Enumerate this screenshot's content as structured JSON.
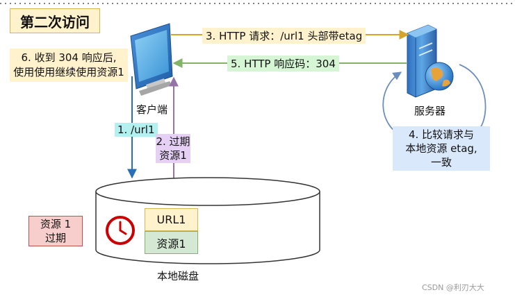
{
  "title": "第二次访问",
  "note_step6": [
    "6. 收到 304 响应后,",
    "使用使用继续使用资源1"
  ],
  "step3_label": "3. HTTP 请求：/url1 头部带etag",
  "step5_label": "5. HTTP 响应码：304",
  "step1_label": "1. /url1",
  "step2_label": [
    "2. 过期",
    "资源1"
  ],
  "step4_label": [
    "4. 比较请求与",
    "本地资源 etag,",
    "一致"
  ],
  "client_label": "客户端",
  "server_label": "服务器",
  "disk_label": "本地磁盘",
  "cache_url": "URL1",
  "cache_resource": "资源1",
  "expired_note": [
    "资源 1",
    "过期"
  ],
  "watermark": "CSDN @利刃大大",
  "colors": {
    "step3_arrow": "#d6a42a",
    "step5_arrow": "#82b366",
    "step1_arrow": "#2a6fb5",
    "step2_arrow": "#9673a6",
    "loop_arrow": "#6c8ebf",
    "clock": "#cc0000"
  },
  "icons": [
    "monitor-icon",
    "server-icon",
    "globe-icon",
    "clock-icon",
    "disk-cylinder"
  ]
}
